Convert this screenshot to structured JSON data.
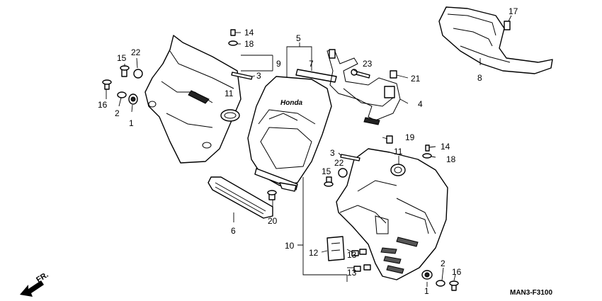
{
  "diagram": {
    "code": "MAN3-F3100",
    "direction_label": "FR.",
    "callouts": [
      "1",
      "2",
      "3",
      "4",
      "5",
      "6",
      "7",
      "8",
      "9",
      "10",
      "11",
      "12",
      "13",
      "14",
      "15",
      "16",
      "17",
      "18",
      "19",
      "20",
      "21",
      "22",
      "23"
    ]
  }
}
